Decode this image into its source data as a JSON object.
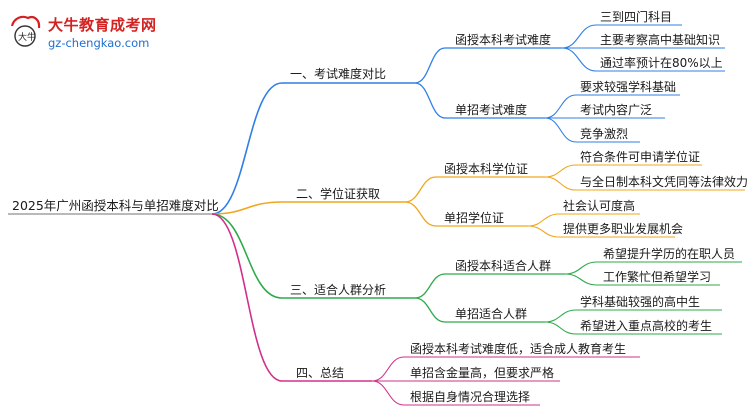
{
  "logo": {
    "title": "大牛教育成考网",
    "url": "gz-chengkao.com",
    "mark_text": "大牛"
  },
  "colors": {
    "blue": "#2f7fe6",
    "orange": "#f0a61c",
    "green": "#2eaa4a",
    "magenta": "#d1308a",
    "root_line": "#8f8f8f"
  },
  "root": "2025年广州函授本科与单招难度对比",
  "branches": [
    {
      "label": "一、考试难度对比",
      "children": [
        {
          "label": "函授本科考试难度",
          "leaves": [
            "三到四门科目",
            "主要考察高中基础知识",
            "通过率预计在80%以上"
          ]
        },
        {
          "label": "单招考试难度",
          "leaves": [
            "要求较强学科基础",
            "考试内容广泛",
            "竞争激烈"
          ]
        }
      ]
    },
    {
      "label": "二、学位证获取",
      "children": [
        {
          "label": "函授本科学位证",
          "leaves": [
            "符合条件可申请学位证",
            "与全日制本科文凭同等法律效力"
          ]
        },
        {
          "label": "单招学位证",
          "leaves": [
            "社会认可度高",
            "提供更多职业发展机会"
          ]
        }
      ]
    },
    {
      "label": "三、适合人群分析",
      "children": [
        {
          "label": "函授本科适合人群",
          "leaves": [
            "希望提升学历的在职人员",
            "工作繁忙但希望学习"
          ]
        },
        {
          "label": "单招适合人群",
          "leaves": [
            "学科基础较强的高中生",
            "希望进入重点高校的考生"
          ]
        }
      ]
    },
    {
      "label": "四、总结",
      "leaves": [
        "函授本科考试难度低，适合成人教育考生",
        "单招含金量高，但要求严格",
        "根据自身情况合理选择"
      ]
    }
  ]
}
